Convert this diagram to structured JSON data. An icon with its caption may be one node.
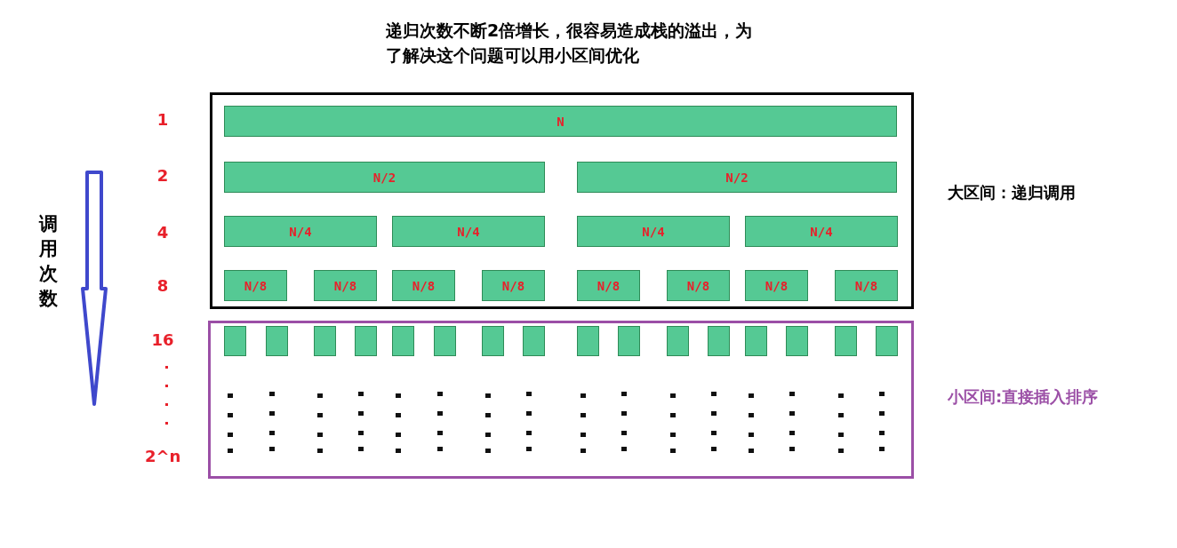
{
  "diagram": {
    "title": "递归次数不断2倍增长，很容易造成栈的溢出，为了解决这个问题可以用小区间优化",
    "nodes": [
      {
        "text": [
          "大区间：递归调用"
        ]
      },
      {
        "text": [
          "N"
        ],
        "in": 0
      },
      {
        "text": [
          "N/2"
        ],
        "in": 0
      },
      {
        "text": [
          "N/2"
        ],
        "in": 0
      },
      {
        "text": [
          "N/4"
        ],
        "in": 0
      },
      {
        "text": [
          "N/4"
        ],
        "in": 0
      },
      {
        "text": [
          "N/4"
        ],
        "in": 0
      },
      {
        "text": [
          "N/4"
        ],
        "in": 0
      },
      {
        "text": [
          "N/8"
        ],
        "in": 0
      },
      {
        "text": [
          "N/8"
        ],
        "in": 0
      },
      {
        "text": [
          "N/8"
        ],
        "in": 0
      },
      {
        "text": [
          "N/8"
        ],
        "in": 0
      },
      {
        "text": [
          "N/8"
        ],
        "in": 0
      },
      {
        "text": [
          "N/8"
        ],
        "in": 0
      },
      {
        "text": [
          "N/8"
        ],
        "in": 0
      },
      {
        "text": [
          "N/8"
        ],
        "in": 0
      },
      {
        "text": [
          "小区间:直接插入排序"
        ]
      },
      {
        "text": [],
        "shape": "box",
        "in": 16
      },
      {
        "text": [],
        "shape": "box",
        "in": 16
      },
      {
        "text": [],
        "shape": "box",
        "in": 16
      },
      {
        "text": [],
        "shape": "box",
        "in": 16
      },
      {
        "text": [],
        "shape": "box",
        "in": 16
      },
      {
        "text": [],
        "shape": "box",
        "in": 16
      },
      {
        "text": [],
        "shape": "box",
        "in": 16
      },
      {
        "text": [],
        "shape": "box",
        "in": 16
      },
      {
        "text": [],
        "shape": "box",
        "in": 16
      },
      {
        "text": [],
        "shape": "box",
        "in": 16
      },
      {
        "text": [],
        "shape": "box",
        "in": 16
      },
      {
        "text": [],
        "shape": "box",
        "in": 16
      },
      {
        "text": [],
        "shape": "box",
        "in": 16
      },
      {
        "text": [],
        "shape": "box",
        "in": 16
      },
      {
        "text": [],
        "shape": "box",
        "in": 16
      },
      {
        "text": [],
        "shape": "box",
        "in": 16
      }
    ],
    "edges": [],
    "labels": [
      "1",
      "2",
      "4",
      "8",
      "16",
      "2^n",
      "调用次数"
    ]
  }
}
